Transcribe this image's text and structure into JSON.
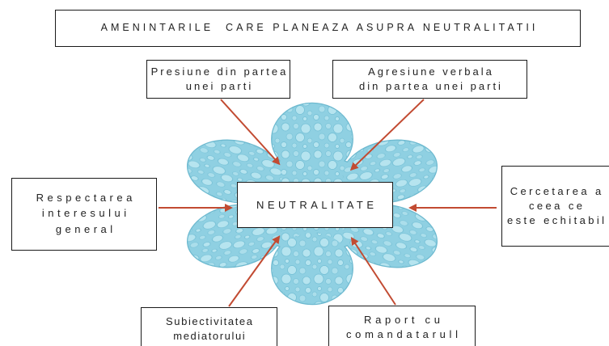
{
  "title": "AMENINTARILE  CARE PLANEAZA ASUPRA NEUTRALITATII",
  "center": {
    "label": "NEUTRALITATE"
  },
  "nodes": {
    "presiune": {
      "lines": [
        "Presiune din partea",
        "unei parti"
      ]
    },
    "agresiune": {
      "lines": [
        "Agresiune verbala",
        "din partea unei parti"
      ]
    },
    "respectarea": {
      "lines": [
        "Respectarea",
        "interesului",
        "general"
      ]
    },
    "cercetarea": {
      "lines": [
        "Cercetarea a",
        "ceea ce",
        "este echitabil"
      ]
    },
    "subiectivitatea": {
      "lines": [
        "Subiectivitatea",
        "mediatorului"
      ]
    },
    "raport": {
      "lines": [
        "Raport cu",
        "comandatarull"
      ]
    }
  },
  "colors": {
    "arrow": "#c24b32",
    "box_border": "#1a1a1a",
    "text": "#222222",
    "flower_base": "#8fd0e2",
    "flower_edge": "#6db9cf",
    "bubble_light": "#b6e4ef",
    "bubble_edge": "#73bfd5",
    "background": "#ffffff"
  }
}
